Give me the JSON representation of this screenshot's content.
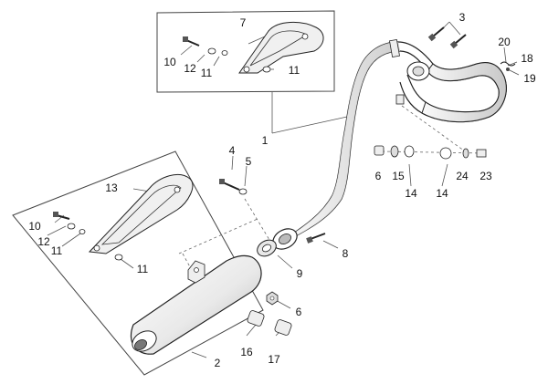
{
  "callouts": {
    "c1": "1",
    "c2": "2",
    "c3": "3",
    "c4": "4",
    "c5": "5",
    "c6a": "6",
    "c6b": "6",
    "c7": "7",
    "c8": "8",
    "c9": "9",
    "c10a": "10",
    "c10b": "10",
    "c11a": "11",
    "c11b": "11",
    "c11c": "11",
    "c11d": "11",
    "c12a": "12",
    "c12b": "12",
    "c13": "13",
    "c14a": "14",
    "c14b": "14",
    "c15": "15",
    "c16": "16",
    "c17": "17",
    "c18": "18",
    "c19": "19",
    "c20": "20",
    "c23": "23",
    "c24": "24"
  }
}
